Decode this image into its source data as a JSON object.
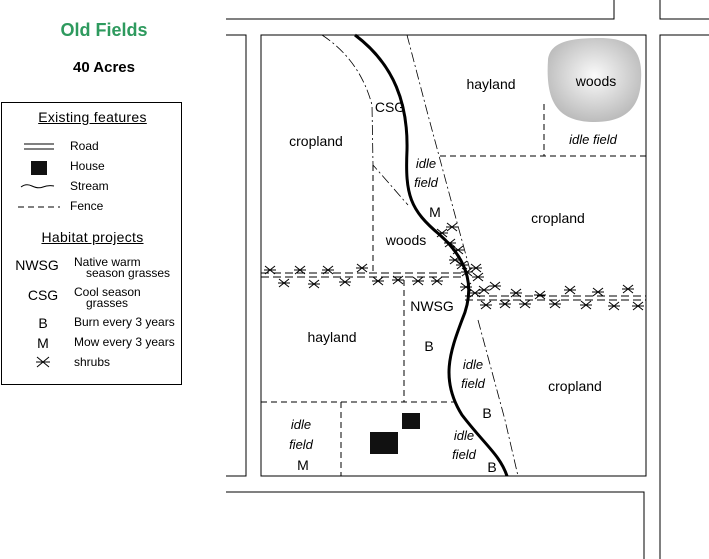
{
  "title": "Old Fields",
  "subtitle": "40 Acres",
  "legend": {
    "existing_heading": "Existing features",
    "existing": [
      {
        "icon": "road-icon",
        "label": "Road"
      },
      {
        "icon": "house-icon",
        "label": "House"
      },
      {
        "icon": "stream-icon",
        "label": "Stream"
      },
      {
        "icon": "fence-icon",
        "label": "Fence"
      }
    ],
    "habitat_heading": "Habitat projects",
    "habitat": [
      {
        "code": "NWSG",
        "label1": "Native warm",
        "label2": "season grasses"
      },
      {
        "code": "CSG",
        "label1": "Cool season",
        "label2": "grasses"
      },
      {
        "code": "B",
        "label1": "Burn every 3 years",
        "label2": ""
      },
      {
        "code": "M",
        "label1": "Mow every 3 years",
        "label2": ""
      },
      {
        "code": "shrubs-icon",
        "label1": "shrubs",
        "label2": ""
      }
    ]
  },
  "map": {
    "hayland_top": "hayland",
    "woods_top": "woods",
    "idle_field_top": "idle field",
    "cropland_nw": "cropland",
    "csg": "CSG",
    "idle": "idle",
    "field": "field",
    "m": "M",
    "cropland_ne": "cropland",
    "woods_mid": "woods",
    "nwsg": "NWSG",
    "hayland_w": "hayland",
    "b": "B",
    "cropland_se": "cropland",
    "colors": {
      "title": "#2e9a5e",
      "woods": "#c8c8c8"
    }
  }
}
